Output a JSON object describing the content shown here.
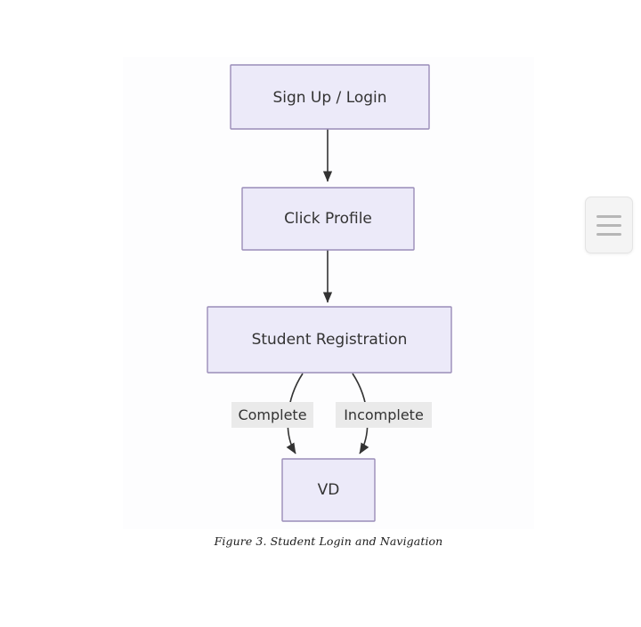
{
  "figure": {
    "caption": "Figure 3. Student Login and Navigation",
    "canvas": {
      "background_color": "#fdfdfe",
      "page_background_color": "#ffffff"
    }
  },
  "diagram": {
    "type": "flowchart",
    "direction": "top-to-bottom",
    "node_style": {
      "fill_color": "#ECEAF9",
      "border_color": "#9A8CB8",
      "text_color": "#333333"
    },
    "edge_style": {
      "stroke_color": "#333333",
      "label_background_color": "#EAEAEA"
    },
    "nodes": [
      {
        "id": "signup",
        "label": "Sign Up / Login"
      },
      {
        "id": "profile",
        "label": "Click Profile"
      },
      {
        "id": "registration",
        "label": "Student Registration"
      },
      {
        "id": "vd",
        "label": "VD"
      }
    ],
    "edges": [
      {
        "from": "signup",
        "to": "profile",
        "label": ""
      },
      {
        "from": "profile",
        "to": "registration",
        "label": ""
      },
      {
        "from": "registration",
        "to": "vd",
        "label": "Complete"
      },
      {
        "from": "registration",
        "to": "vd",
        "label": "Incomplete"
      }
    ]
  },
  "side_widget": {
    "name": "menu",
    "icon": "hamburger-menu-icon",
    "bar_count": 3
  }
}
